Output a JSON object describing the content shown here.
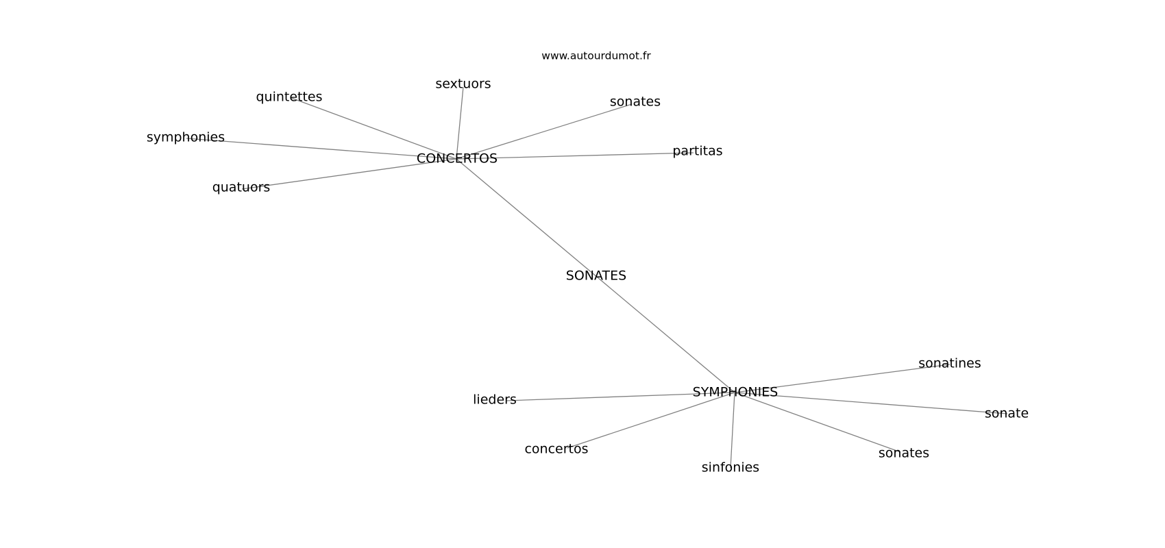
{
  "site": "www.autourdumot.fr",
  "center": "SONATES",
  "hubs": [
    {
      "label": "CONCERTOS",
      "neighbors": [
        "quintettes",
        "sextuors",
        "sonates",
        "symphonies",
        "partitas",
        "quatuors"
      ]
    },
    {
      "label": "SYMPHONIES",
      "neighbors": [
        "sonatines",
        "lieders",
        "sonate",
        "concertos",
        "sonates",
        "sinfonies"
      ]
    }
  ],
  "colors": {
    "edge": "#808080",
    "text": "#000000",
    "background": "#ffffff"
  }
}
